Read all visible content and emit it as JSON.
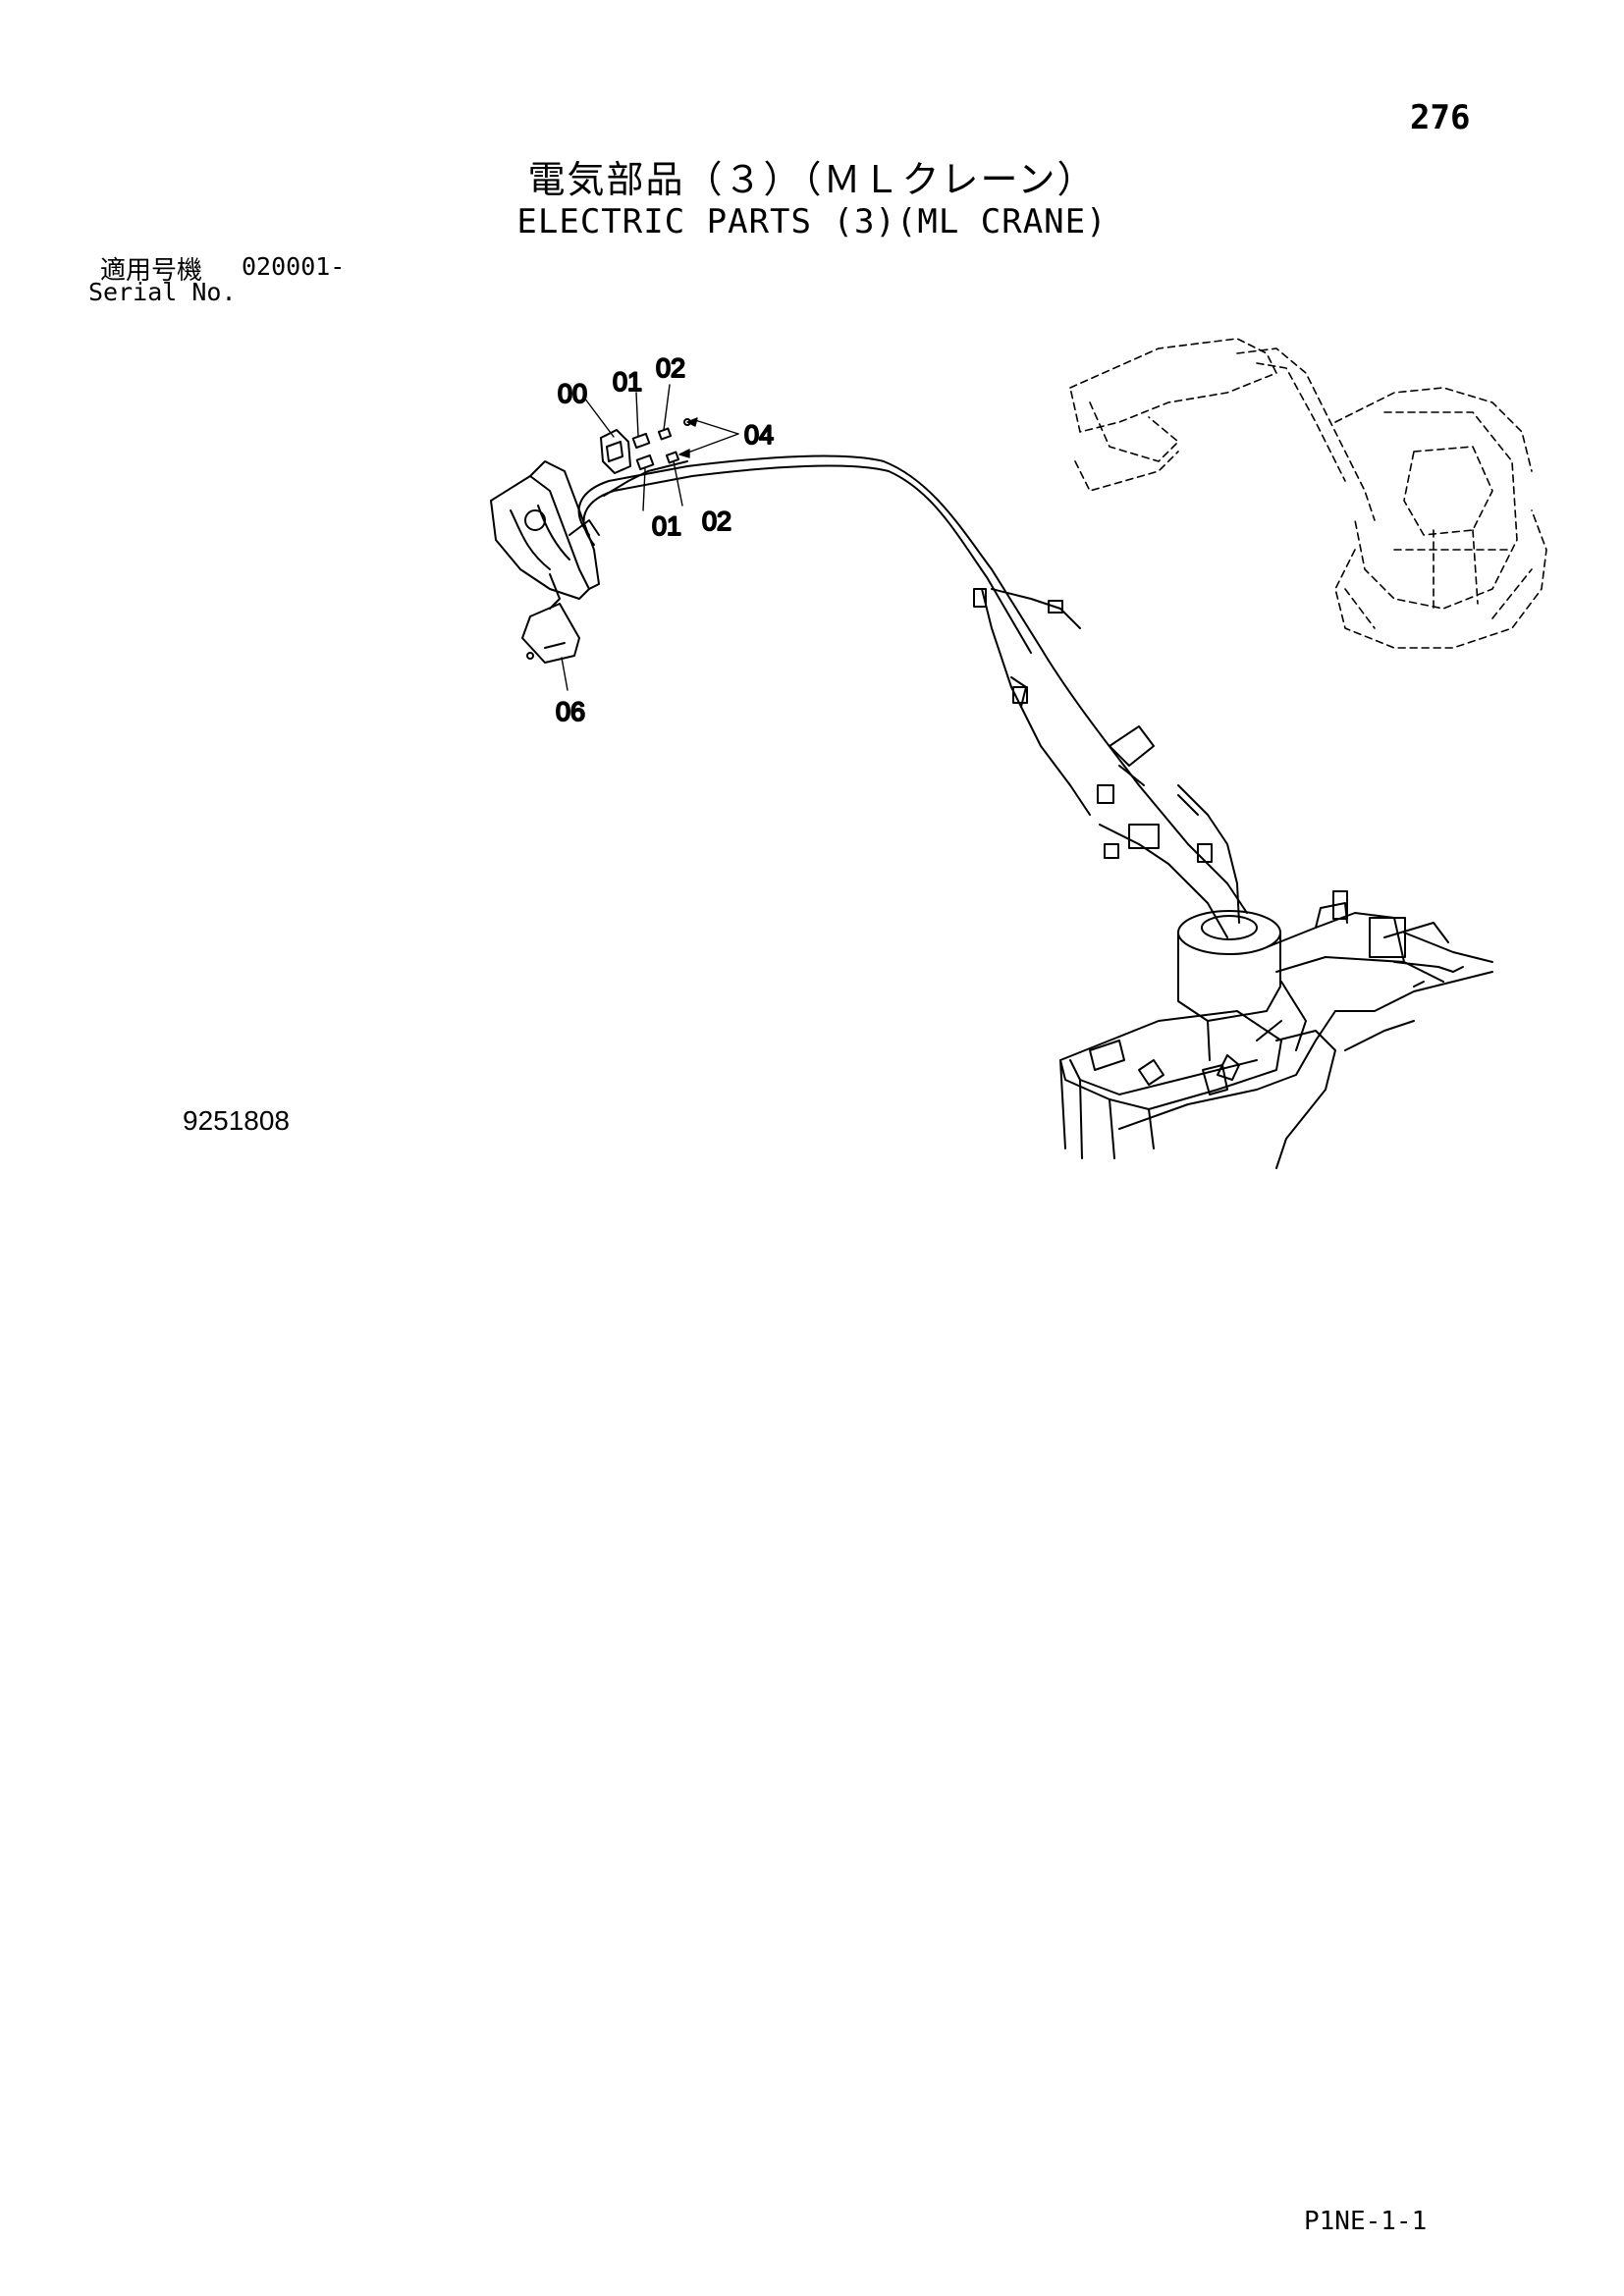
{
  "header": {
    "page_number": "276",
    "title_jp": "電気部品（３）（ＭＬクレーン）",
    "title_en": "ELECTRIC PARTS (3)(ML CRANE)"
  },
  "serial": {
    "label_jp": "適用号機",
    "value": "020001-",
    "label_en": "Serial No."
  },
  "diagram": {
    "callouts": [
      "00",
      "01",
      "02",
      "04",
      "01",
      "02",
      "06"
    ]
  },
  "footer": {
    "drawing_number": "9251808",
    "page_code": "P1NE-1-1"
  }
}
